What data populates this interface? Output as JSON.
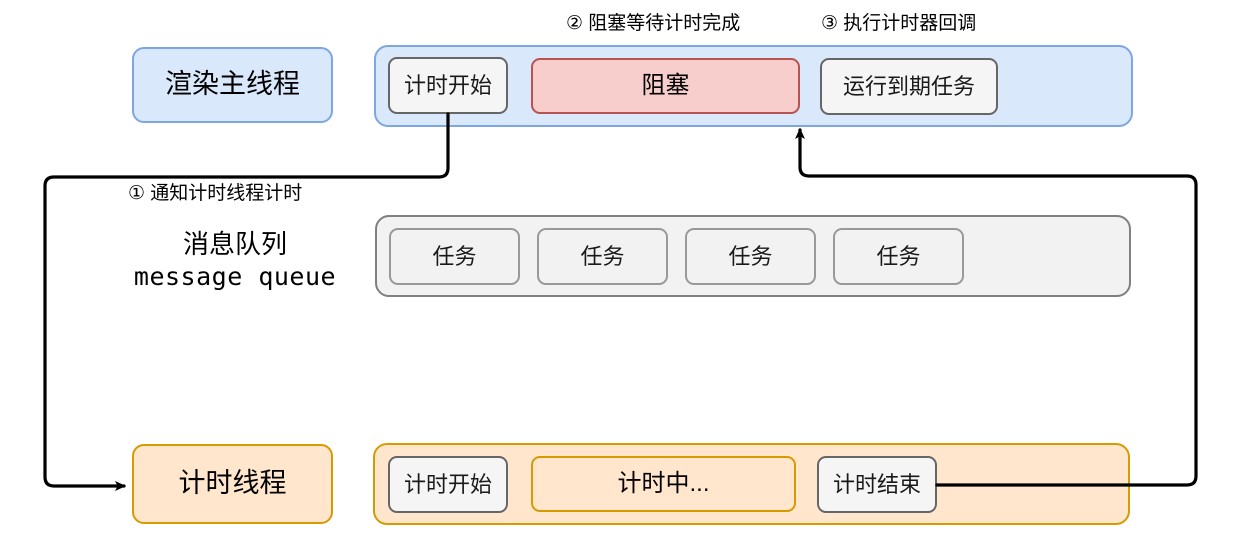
{
  "diagram": {
    "title_hidden": "",
    "colors": {
      "blue_fill": "#dae8fc",
      "blue_stroke": "#7ea6e0",
      "orange_fill": "#ffe6cc",
      "orange_stroke": "#d79b00",
      "grey_fill": "#f2f2f2",
      "grey_stroke": "#808080",
      "red_fill": "#f8cecc",
      "red_stroke": "#b85450",
      "chip_fill": "#f5f5f5",
      "chip_stroke": "#666666",
      "arrow": "#000000",
      "background": "#ffffff"
    },
    "captions": {
      "step1": "① 通知计时线程计时",
      "step2": "② 阻塞等待计时完成",
      "step3": "③ 执行计时器回调"
    },
    "lanes": [
      {
        "id": "render-main-thread",
        "label": "渲染主线程",
        "label_style": "blue",
        "blocks": [
          {
            "id": "timer-start",
            "label": "计时开始",
            "style": "grey"
          },
          {
            "id": "blocked",
            "label": "阻塞",
            "style": "red"
          },
          {
            "id": "run-due-task",
            "label": "运行到期任务",
            "style": "grey"
          }
        ]
      },
      {
        "id": "message-queue",
        "label_line1": "消息队列",
        "label_line2": "message queue",
        "label_style": "plain",
        "blocks": [
          {
            "id": "task-1",
            "label": "任务",
            "style": "grey-soft"
          },
          {
            "id": "task-2",
            "label": "任务",
            "style": "grey-soft"
          },
          {
            "id": "task-3",
            "label": "任务",
            "style": "grey-soft"
          },
          {
            "id": "task-4",
            "label": "任务",
            "style": "grey-soft"
          }
        ]
      },
      {
        "id": "timer-thread",
        "label": "计时线程",
        "label_style": "orange",
        "blocks": [
          {
            "id": "timing-start",
            "label": "计时开始",
            "style": "grey"
          },
          {
            "id": "timing-in-progress",
            "label": "计时中...",
            "style": "orange"
          },
          {
            "id": "timing-end",
            "label": "计时结束",
            "style": "grey"
          }
        ]
      }
    ],
    "arrows": [
      {
        "id": "arrow-notify-timer-thread",
        "from": "timer-start",
        "to": "timer-thread-label"
      },
      {
        "id": "arrow-timer-done-callback",
        "from": "timing-end",
        "to": "blocked"
      }
    ]
  }
}
